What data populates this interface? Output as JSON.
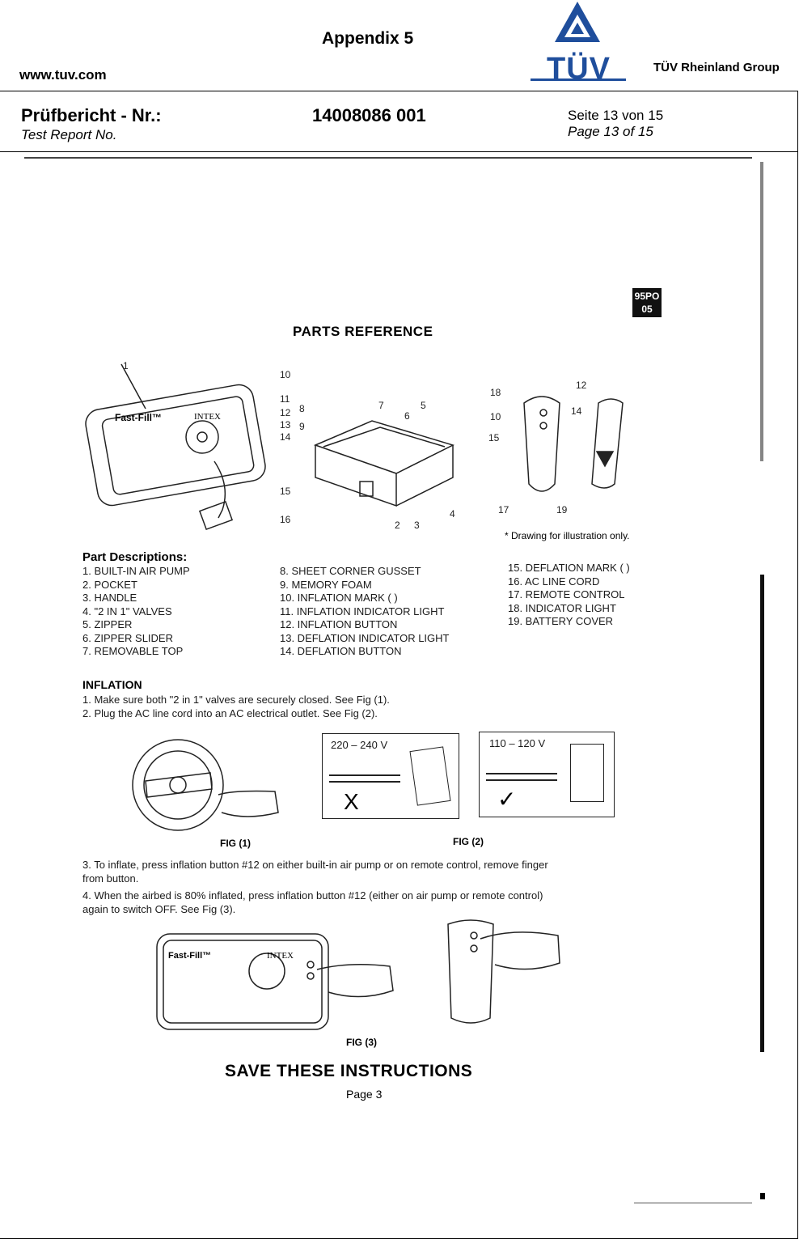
{
  "header": {
    "site_url": "www.tuv.com",
    "appendix": "Appendix 5",
    "brand": "TÜV",
    "brand_group": "TÜV Rheinland Group",
    "report_label": "Prüfbericht - Nr.:",
    "report_label_en": "Test Report No.",
    "report_number": "14008086 001",
    "page_de": "Seite 13 von 15",
    "page_en": "Page 13 of 15",
    "brand_color": "#1f4e9c"
  },
  "doc": {
    "badge_line1": "95PO",
    "badge_line2": "05",
    "parts_reference": "PARTS REFERENCE",
    "drawing_note": "* Drawing for illustration only.",
    "part_descriptions_title": "Part Descriptions:",
    "parts_col1": [
      "1.   BUILT-IN AIR PUMP",
      "2.   POCKET",
      "3.   HANDLE",
      "4.   \"2 IN 1\" VALVES",
      "5.   ZIPPER",
      "6.   ZIPPER SLIDER",
      "7.   REMOVABLE TOP"
    ],
    "parts_col2": [
      "8.   SHEET CORNER GUSSET",
      "9.   MEMORY FOAM",
      "10. INFLATION MARK (     )",
      "11. INFLATION INDICATOR LIGHT",
      "12. INFLATION BUTTON",
      "13. DEFLATION INDICATOR LIGHT",
      "14. DEFLATION BUTTON"
    ],
    "parts_col3": [
      "15. DEFLATION MARK (     )",
      "16. AC LINE CORD",
      "17. REMOTE CONTROL",
      "18. INDICATOR LIGHT",
      "19. BATTERY COVER"
    ],
    "inflation_title": "INFLATION",
    "steps_a": [
      "1.   Make sure both \"2 in 1\" valves are securely closed. See Fig (1).",
      "2.   Plug the AC line cord into an AC electrical outlet. See Fig (2)."
    ],
    "step3": [
      "3.   To inflate, press inflation button #12 on either built-in air pump or on remote control, remove finger",
      "      from button."
    ],
    "step4": [
      "4.   When the airbed is 80% inflated, press inflation button #12 (either on air pump or remote control)",
      "      again to switch OFF. See Fig (3)."
    ],
    "fig1": "FIG (1)",
    "fig2": "FIG (2)",
    "fig3": "FIG (3)",
    "voltage_bad": "220 – 240 V",
    "voltage_good": "110 – 120 V",
    "bad_mark": "X",
    "pump_brand": "Fast-Fill™",
    "intex": "INTEX",
    "save": "SAVE THESE INSTRUCTIONS",
    "page_footer": "Page 3",
    "callouts": [
      "1",
      "10",
      "11",
      "12",
      "13",
      "14",
      "15",
      "16",
      "8",
      "9",
      "7",
      "6",
      "5",
      "4",
      "2",
      "3",
      "18",
      "12",
      "10",
      "14",
      "15",
      "17",
      "19"
    ]
  }
}
